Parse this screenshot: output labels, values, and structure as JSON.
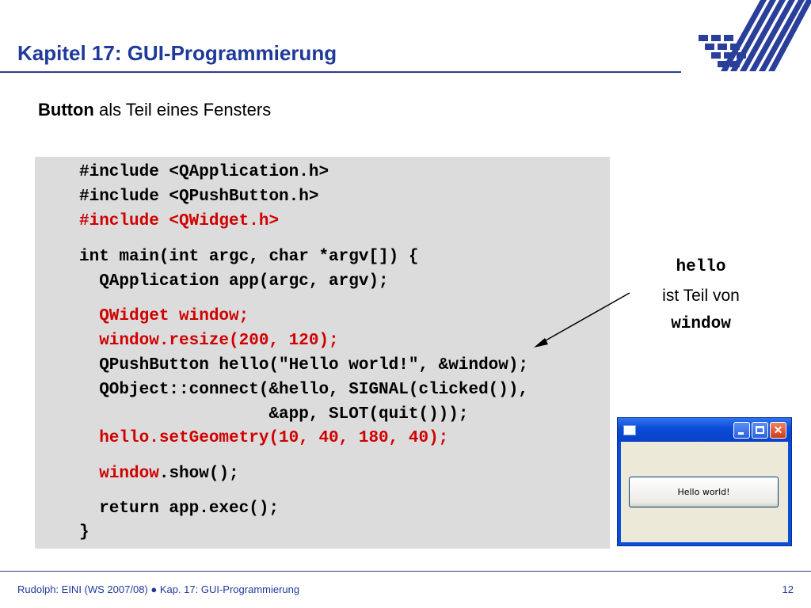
{
  "slide": {
    "title": "Kapitel 17: GUI-Programmierung",
    "subtitle_bold": "Button",
    "subtitle_rest": " als Teil eines Fensters"
  },
  "code": {
    "lines": [
      {
        "segments": [
          {
            "text": "#include <QApplication.h>",
            "color": "black"
          }
        ]
      },
      {
        "segments": [
          {
            "text": "#include <QPushButton.h>",
            "color": "black"
          }
        ]
      },
      {
        "segments": [
          {
            "text": "#include <QWidget.h>",
            "color": "red"
          }
        ]
      },
      {
        "segments": [
          {
            "text": "int main(int argc, char *argv[]) {",
            "color": "black"
          }
        ]
      },
      {
        "segments": [
          {
            "text": "  QApplication app(argc, argv);",
            "color": "black"
          }
        ]
      },
      {
        "segments": [
          {
            "text": "  QWidget window;",
            "color": "red"
          }
        ]
      },
      {
        "segments": [
          {
            "text": "  window.resize(200, 120);",
            "color": "red"
          }
        ]
      },
      {
        "segments": [
          {
            "text": "  QPushButton hello(\"Hello world!\", &window);",
            "color": "black"
          }
        ]
      },
      {
        "segments": [
          {
            "text": "  QObject::connect(&hello, SIGNAL(clicked()),",
            "color": "black"
          }
        ]
      },
      {
        "segments": [
          {
            "text": "                   &app, SLOT(quit()));",
            "color": "black"
          }
        ]
      },
      {
        "segments": [
          {
            "text": "  hello.setGeometry(10, 40, 180, 40);",
            "color": "red"
          }
        ]
      },
      {
        "segments": [
          {
            "text": "  ",
            "color": "black"
          },
          {
            "text": "window",
            "color": "red"
          },
          {
            "text": ".show();",
            "color": "black"
          }
        ]
      },
      {
        "segments": [
          {
            "text": "  return app.exec();",
            "color": "black"
          }
        ]
      },
      {
        "segments": [
          {
            "text": "}",
            "color": "black"
          }
        ]
      }
    ]
  },
  "note": {
    "line1": "hello",
    "line2": "ist Teil von",
    "line3": "window"
  },
  "window_preview": {
    "button_label": "Hello world!"
  },
  "footer": {
    "text": "Rudolph: EINI (WS 2007/08)  ●  Kap. 17: GUI-Programmierung",
    "page": "12"
  },
  "colors": {
    "title_blue": "#1f3a99",
    "code_red": "#d00000",
    "code_bg": "#dcdcdc"
  }
}
